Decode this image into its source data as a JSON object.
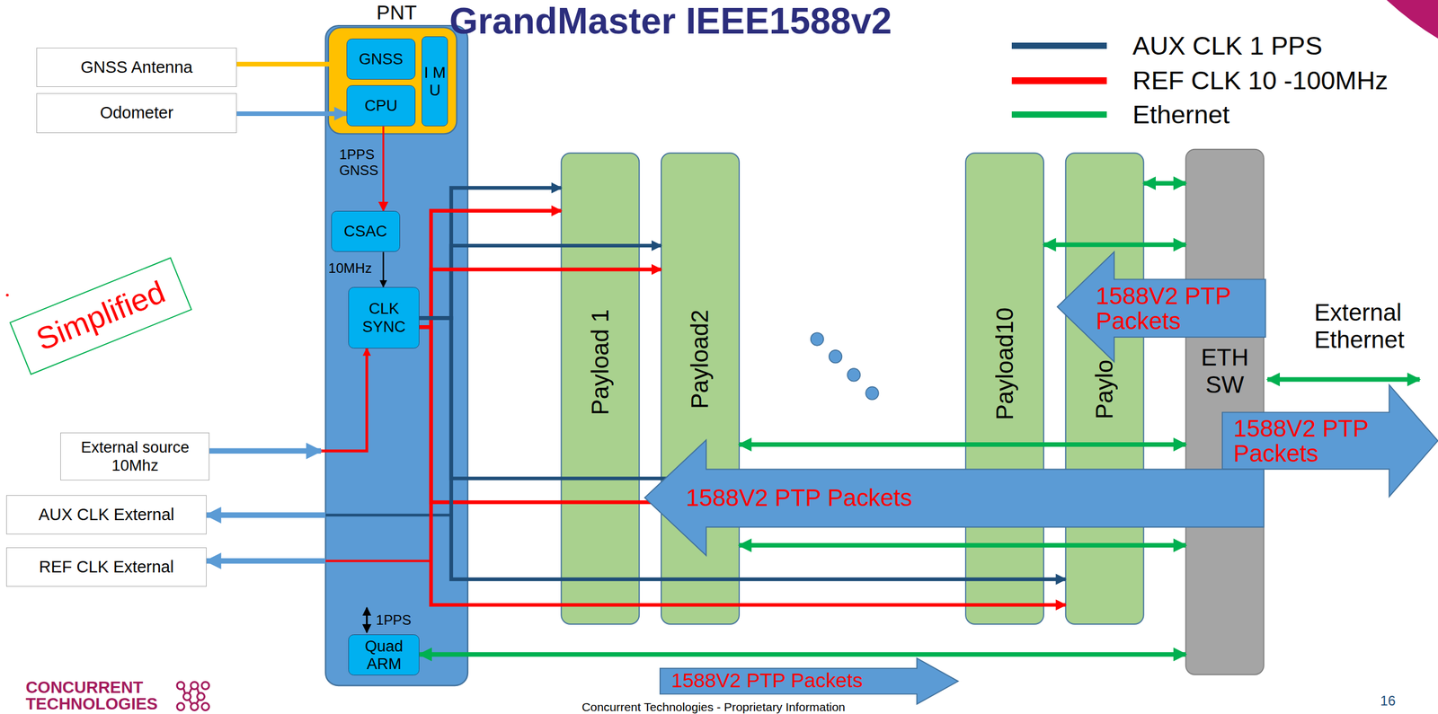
{
  "diagram": {
    "title": "GrandMaster IEEE1588v2",
    "nodes": [
      {
        "text": [
          "PNT"
        ]
      },
      {
        "text": [
          "GNSS"
        ],
        "in": 0
      },
      {
        "text": [
          "CPU"
        ],
        "in": 0
      },
      {
        "text": [
          "I M U"
        ],
        "in": 0
      },
      {
        "text": [
          "CSAC"
        ],
        "in": 0
      },
      {
        "text": [
          "CLK SYNC"
        ],
        "in": 0
      },
      {
        "text": [
          "Quad ARM"
        ],
        "in": 0
      },
      {
        "text": [
          "GNSS Antenna"
        ]
      },
      {
        "text": [
          "Odometer"
        ]
      },
      {
        "text": [
          "External source 10Mhz"
        ]
      },
      {
        "text": [
          "AUX CLK External"
        ]
      },
      {
        "text": [
          "REF CLK External"
        ]
      },
      {
        "text": [
          "Payload 1"
        ]
      },
      {
        "text": [
          "Payload2"
        ]
      },
      {
        "text": [
          "Payload10"
        ]
      },
      {
        "text": [
          "Paylo"
        ]
      },
      {
        "text": [
          "ETH SW"
        ]
      },
      {
        "text": [
          "Simplified"
        ]
      },
      {
        "text": [
          "1588V2 PTP Packets"
        ]
      },
      {
        "text": [
          "1588V2 PTP Packets"
        ]
      },
      {
        "text": [
          "1588V2 PTP Packets"
        ]
      },
      {
        "text": [
          "1588V2 PTP Packets"
        ]
      }
    ],
    "edges": [
      {
        "from": 7,
        "to": 1,
        "arrow": "to"
      },
      {
        "from": 8,
        "to": 2,
        "arrow": "to"
      },
      {
        "from": 2,
        "to": 4,
        "arrow": "to",
        "label": "1PPS GNSS"
      },
      {
        "from": 4,
        "to": 5,
        "arrow": "to",
        "label": "10MHz"
      },
      {
        "from": 9,
        "to": 5,
        "arrow": "to"
      },
      {
        "from": 0,
        "to": 10,
        "arrow": "to"
      },
      {
        "from": 0,
        "to": 11,
        "arrow": "to"
      },
      {
        "from": 5,
        "to": 12,
        "arrow": "to"
      },
      {
        "from": 5,
        "to": 12,
        "arrow": "to"
      },
      {
        "from": 5,
        "to": 13,
        "arrow": "to"
      },
      {
        "from": 5,
        "to": 13,
        "arrow": "to"
      },
      {
        "from": 5,
        "to": 14,
        "arrow": "to"
      },
      {
        "from": 5,
        "to": 14,
        "arrow": "to"
      },
      {
        "from": 5,
        "to": 15,
        "arrow": "to"
      },
      {
        "from": 5,
        "to": 15,
        "arrow": "to"
      },
      {
        "from": 15,
        "to": 16,
        "arrow": "both"
      },
      {
        "from": 14,
        "to": 16,
        "arrow": "both"
      },
      {
        "from": 13,
        "to": 16,
        "arrow": "both"
      },
      {
        "from": 13,
        "to": 16,
        "arrow": "both"
      },
      {
        "from": 6,
        "to": 16,
        "arrow": "both"
      }
    ],
    "labels": [
      "1PPS",
      "External Ethernet",
      "CONCURRENT TECHNOLOGIES",
      "Concurrent Technologies - Proprietary Information",
      "16"
    ],
    "legend": [
      {
        "text": "AUX CLK 1 PPS",
        "color": "#1f4e79"
      },
      {
        "text": "REF CLK 10 -100MHz",
        "color": "#ff0000"
      },
      {
        "text": "Ethernet",
        "color": "#00b050"
      }
    ]
  }
}
